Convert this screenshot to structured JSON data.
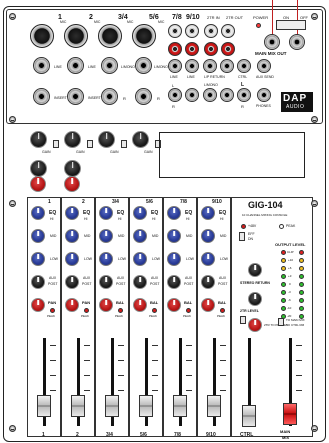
{
  "top_labels": {
    "ch1_num": "1",
    "ch2_num": "2",
    "ch34_num": "3/4",
    "ch56_num": "5/6",
    "ch78_num": "7/8",
    "ch910_num": "9/10",
    "mic": "MIC",
    "mic2": "MIC",
    "mic3": "MIC",
    "mic4": "MIC",
    "two_tr_in": "2TR IN",
    "two_tr_out": "2TR OUT",
    "power": "POWER",
    "on": "ON",
    "off": "OFF",
    "main_mix_out": "MAIN MIX OUT",
    "line1": "LINE",
    "line2": "LINE",
    "line3": "L/MONO",
    "line4": "L/MONO",
    "line78": "LINE",
    "line910": "LINE",
    "rec_label": "L/P RETURN",
    "ctrl_label": "CTRL",
    "aux_send": "AUX SEND",
    "insert1": "INSERT",
    "insert2": "INSERT",
    "r34": "R",
    "r56": "R",
    "l78": "L",
    "r78": "R",
    "l_mono": "L/MONO",
    "l_big": "L",
    "r_big": "R",
    "phones": "PHONES"
  },
  "brand": {
    "line1": "DAP",
    "line2": "AUDIO"
  },
  "model": {
    "name": "GIG-104",
    "subtitle": "10 CHANNEL MIXING CONSOLE"
  },
  "right_panel": {
    "led_label": "+48V",
    "eff": "EFF",
    "dn": "DN",
    "peak": "PEAK",
    "output_level": "OUTPUT LEVEL",
    "clip": "CLIP",
    "meter_db": [
      "+10",
      "+6",
      "+3",
      "0",
      "-3",
      "-6",
      "-10",
      "-20"
    ],
    "stereo_return": "STEREO RETURN",
    "two_tr_to_phones": "2TR TO PHONES",
    "two_tr_level": "2TR LEVEL",
    "to_main": "TO MAIN MIX",
    "to_ctrl": "TO CTRL RM"
  },
  "strips": [
    {
      "num": "1",
      "eq": "EQ",
      "hi": "HI",
      "mid": "MID",
      "low": "LOW",
      "aux": "AUX",
      "post": "POST",
      "pan": "PAN",
      "peak": "PEAK",
      "bottom": "1"
    },
    {
      "num": "2",
      "eq": "EQ",
      "hi": "HI",
      "mid": "MID",
      "low": "LOW",
      "aux": "AUX",
      "post": "POST",
      "pan": "PAN",
      "peak": "PEAK",
      "bottom": "2"
    },
    {
      "num": "3/4",
      "eq": "EQ",
      "hi": "HI",
      "mid": "MID",
      "low": "LOW",
      "aux": "AUX",
      "post": "POST",
      "pan": "BAL",
      "peak": "PEAK",
      "bottom": "3/4"
    },
    {
      "num": "5/6",
      "eq": "EQ",
      "hi": "HI",
      "mid": "MID",
      "low": "LOW",
      "aux": "AUX",
      "post": "POST",
      "pan": "BAL",
      "peak": "PEAK",
      "bottom": "5/6"
    },
    {
      "num": "7/8",
      "eq": "EQ",
      "hi": "HI",
      "mid": "MID",
      "low": "LOW",
      "aux": "AUX",
      "post": "POST",
      "pan": "BAL",
      "peak": "PEAK",
      "bottom": "7/8"
    },
    {
      "num": "9/10",
      "eq": "EQ",
      "hi": "HI",
      "mid": "MID",
      "low": "LOW",
      "aux": "AUX",
      "post": "POST",
      "pan": "BAL",
      "peak": "PEAK",
      "bottom": "9/10"
    }
  ],
  "gain_labels": [
    "GAIN",
    "GAIN",
    "GAIN",
    "GAIN"
  ],
  "bottom_labels": {
    "ctrl": "CTRL",
    "main": "MAIN",
    "mix": "MIX"
  },
  "colors": {
    "knob_blue": "#2a3c99",
    "knob_red": "#b61414",
    "knob_black": "#1c1c1c",
    "rca_red": "#d31c1c",
    "fader_main": "#cc1212"
  }
}
